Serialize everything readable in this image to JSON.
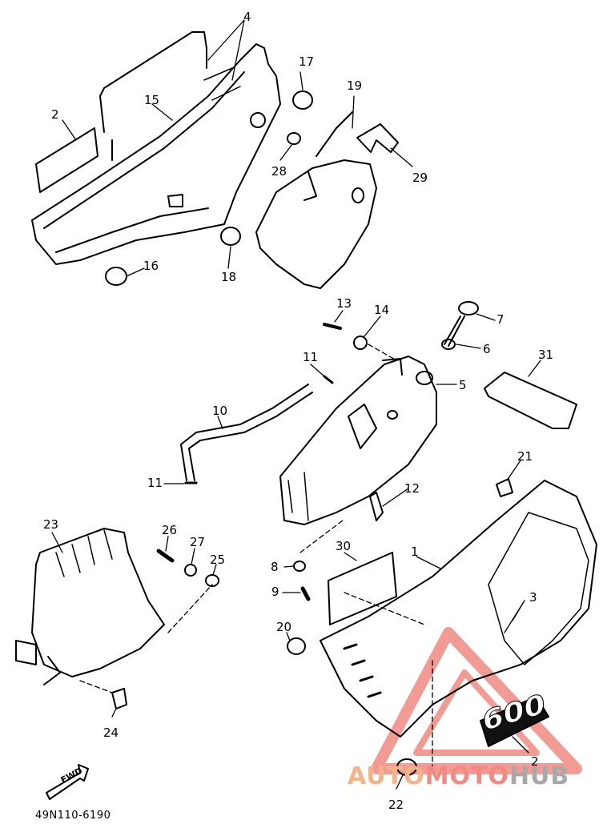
{
  "diagram": {
    "part_code": "49N110-6190",
    "fwd_label": "FWD",
    "badge_text": "600",
    "watermark": {
      "part1": "AUTO",
      "part2": "MOTO",
      "part3": "HUB"
    },
    "labels": [
      {
        "id": "4",
        "text": "4"
      },
      {
        "id": "17",
        "text": "17"
      },
      {
        "id": "19",
        "text": "19"
      },
      {
        "id": "2a",
        "text": "2"
      },
      {
        "id": "15",
        "text": "15"
      },
      {
        "id": "28",
        "text": "28"
      },
      {
        "id": "29",
        "text": "29"
      },
      {
        "id": "16",
        "text": "16"
      },
      {
        "id": "18",
        "text": "18"
      },
      {
        "id": "13",
        "text": "13"
      },
      {
        "id": "14",
        "text": "14"
      },
      {
        "id": "7",
        "text": "7"
      },
      {
        "id": "6",
        "text": "6"
      },
      {
        "id": "11a",
        "text": "11"
      },
      {
        "id": "31",
        "text": "31"
      },
      {
        "id": "5",
        "text": "5"
      },
      {
        "id": "10",
        "text": "10"
      },
      {
        "id": "11b",
        "text": "11"
      },
      {
        "id": "12",
        "text": "12"
      },
      {
        "id": "21",
        "text": "21"
      },
      {
        "id": "23",
        "text": "23"
      },
      {
        "id": "26",
        "text": "26"
      },
      {
        "id": "27",
        "text": "27"
      },
      {
        "id": "25",
        "text": "25"
      },
      {
        "id": "30",
        "text": "30"
      },
      {
        "id": "1",
        "text": "1"
      },
      {
        "id": "8",
        "text": "8"
      },
      {
        "id": "9",
        "text": "9"
      },
      {
        "id": "3",
        "text": "3"
      },
      {
        "id": "20",
        "text": "20"
      },
      {
        "id": "24",
        "text": "24"
      },
      {
        "id": "2b",
        "text": "2"
      },
      {
        "id": "22",
        "text": "22"
      }
    ]
  }
}
